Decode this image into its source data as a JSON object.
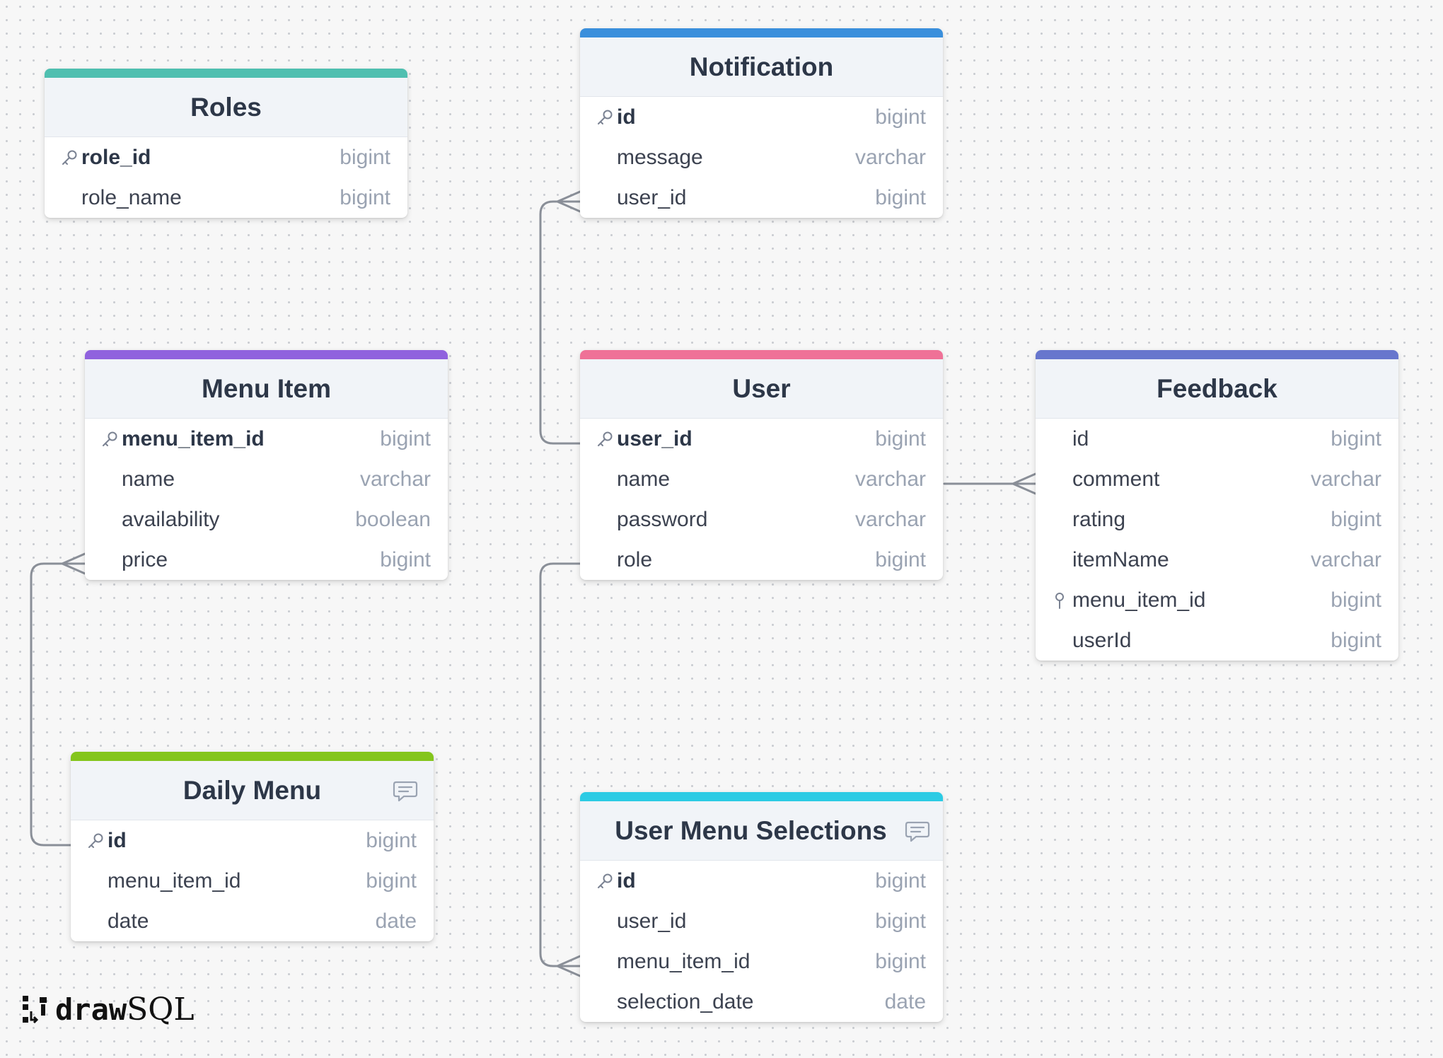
{
  "colors": {
    "roles": "#4fbfb0",
    "notification": "#3a8fdc",
    "menu_item": "#9062de",
    "user": "#ef7197",
    "feedback": "#6776cd",
    "daily_menu": "#84c51c",
    "user_menu_selections": "#2ccbe4",
    "connector": "#8a8f98"
  },
  "icons": {
    "primary_key": "key-icon",
    "foreign_key": "pin-icon",
    "note": "comment-icon"
  },
  "tables": {
    "roles": {
      "title": "Roles",
      "columns": [
        {
          "name": "role_id",
          "type": "bigint",
          "pk": true
        },
        {
          "name": "role_name",
          "type": "bigint"
        }
      ]
    },
    "notification": {
      "title": "Notification",
      "columns": [
        {
          "name": "id",
          "type": "bigint",
          "pk": true
        },
        {
          "name": "message",
          "type": "varchar"
        },
        {
          "name": "user_id",
          "type": "bigint"
        }
      ]
    },
    "menu_item": {
      "title": "Menu Item",
      "columns": [
        {
          "name": "menu_item_id",
          "type": "bigint",
          "pk": true
        },
        {
          "name": "name",
          "type": "varchar"
        },
        {
          "name": "availability",
          "type": "boolean"
        },
        {
          "name": "price",
          "type": "bigint"
        }
      ]
    },
    "user": {
      "title": "User",
      "columns": [
        {
          "name": "user_id",
          "type": "bigint",
          "pk": true
        },
        {
          "name": "name",
          "type": "varchar"
        },
        {
          "name": "password",
          "type": "varchar"
        },
        {
          "name": "role",
          "type": "bigint"
        }
      ]
    },
    "feedback": {
      "title": "Feedback",
      "columns": [
        {
          "name": "id",
          "type": "bigint"
        },
        {
          "name": "comment",
          "type": "varchar"
        },
        {
          "name": "rating",
          "type": "bigint"
        },
        {
          "name": "itemName",
          "type": "varchar"
        },
        {
          "name": "menu_item_id",
          "type": "bigint",
          "fk": true
        },
        {
          "name": "userId",
          "type": "bigint"
        }
      ]
    },
    "daily_menu": {
      "title": "Daily Menu",
      "has_note": true,
      "columns": [
        {
          "name": "id",
          "type": "bigint",
          "pk": true
        },
        {
          "name": "menu_item_id",
          "type": "bigint"
        },
        {
          "name": "date",
          "type": "date"
        }
      ]
    },
    "user_menu_selections": {
      "title": "User Menu Selections",
      "has_note": true,
      "columns": [
        {
          "name": "id",
          "type": "bigint",
          "pk": true
        },
        {
          "name": "user_id",
          "type": "bigint"
        },
        {
          "name": "menu_item_id",
          "type": "bigint"
        },
        {
          "name": "selection_date",
          "type": "date"
        }
      ]
    }
  },
  "relationships": [
    {
      "from": "user.user_id",
      "to": "notification.user_id",
      "cardinality": "one-to-many"
    },
    {
      "from": "user.name",
      "to": "feedback.comment",
      "cardinality": "one-to-many"
    },
    {
      "from": "user.role",
      "to": "user_menu_selections.menu_item_id",
      "cardinality": "one-to-many"
    },
    {
      "from": "daily_menu.id",
      "to": "menu_item.price",
      "cardinality": "one-to-many"
    }
  ],
  "branding": {
    "logo_bold": "draw",
    "logo_light": "SQL"
  }
}
